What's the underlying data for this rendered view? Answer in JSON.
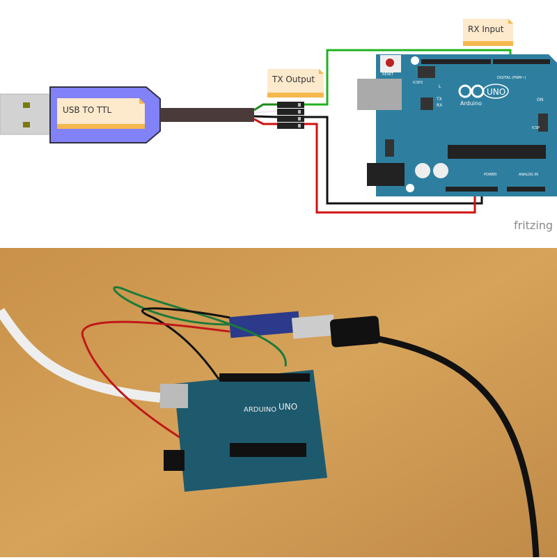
{
  "diagram": {
    "labels": {
      "usb_to_ttl": "USB TO TTL",
      "tx_output": "TX Output",
      "rx_input": "RX Input"
    },
    "board": {
      "brand": "Arduino",
      "model": "UNO",
      "reset_label": "RESET",
      "icsp2_label": "ICSP2",
      "icsp_label": "ICSP",
      "led_l": "L",
      "led_tx": "TX",
      "led_rx": "RX",
      "led_on": "ON",
      "digital_label": "DIGITAL (PWM~)",
      "power_label": "POWER",
      "analog_label": "ANALOG IN"
    },
    "watermark": "fritzing",
    "colors": {
      "board": "#2e7f9f",
      "adapter": "#8080f8",
      "note": "#fde9cc",
      "note_bar": "#f5b84e",
      "wire_tx": "#1fb31f",
      "wire_gnd": "#111111",
      "wire_vcc": "#d01010"
    }
  },
  "photo": {
    "board_brand": "ARDUINO",
    "board_model": "UNO"
  }
}
